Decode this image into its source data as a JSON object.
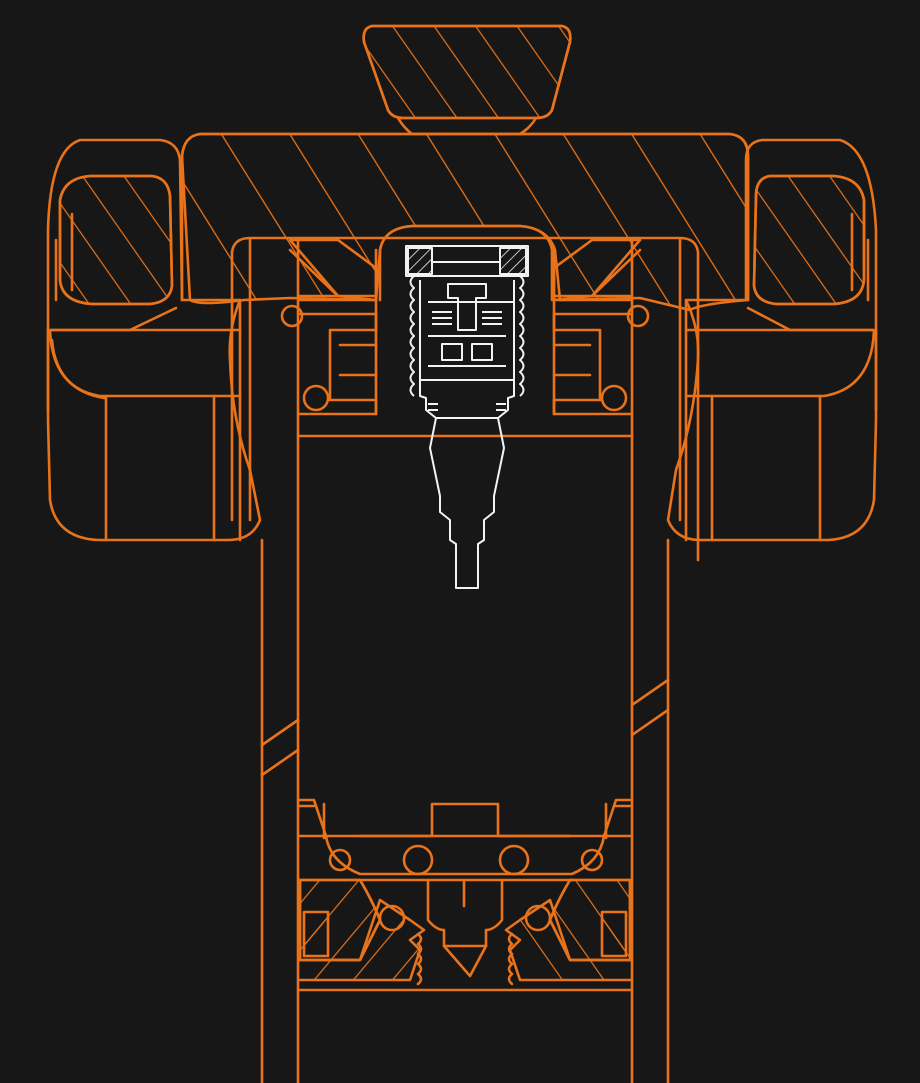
{
  "diagram": {
    "kind": "technical cross-section drawing",
    "background_color": "#171717",
    "primary_stroke_color": "#e8731a",
    "highlight_stroke_color": "#f2f2f2",
    "components": [
      {
        "id": "top-knob",
        "style": "hatched"
      },
      {
        "id": "clamp-head",
        "style": "hatched"
      },
      {
        "id": "left-clamp-jaw",
        "style": "hatched"
      },
      {
        "id": "right-clamp-jaw",
        "style": "hatched"
      },
      {
        "id": "seat-tube",
        "style": "outline"
      },
      {
        "id": "valve-cartridge",
        "style": "highlighted"
      },
      {
        "id": "lower-piston",
        "style": "hatched"
      }
    ]
  }
}
